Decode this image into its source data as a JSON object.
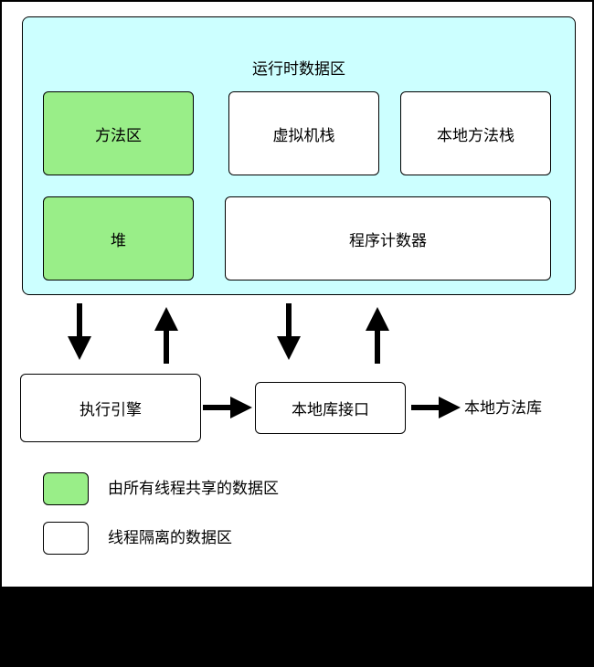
{
  "runtime_area": {
    "title": "运行时数据区",
    "method_area": "方法区",
    "vm_stack": "虚拟机栈",
    "native_method_stack": "本地方法栈",
    "heap": "堆",
    "program_counter": "程序计数器"
  },
  "execution_engine": "执行引擎",
  "native_interface": "本地库接口",
  "native_library": "本地方法库",
  "legend": {
    "shared": "由所有线程共享的数据区",
    "isolated": "线程隔离的数据区"
  },
  "colors": {
    "runtime_area_fill": "#ccffff",
    "shared_fill": "#99ee88",
    "isolated_fill": "#ffffff"
  }
}
